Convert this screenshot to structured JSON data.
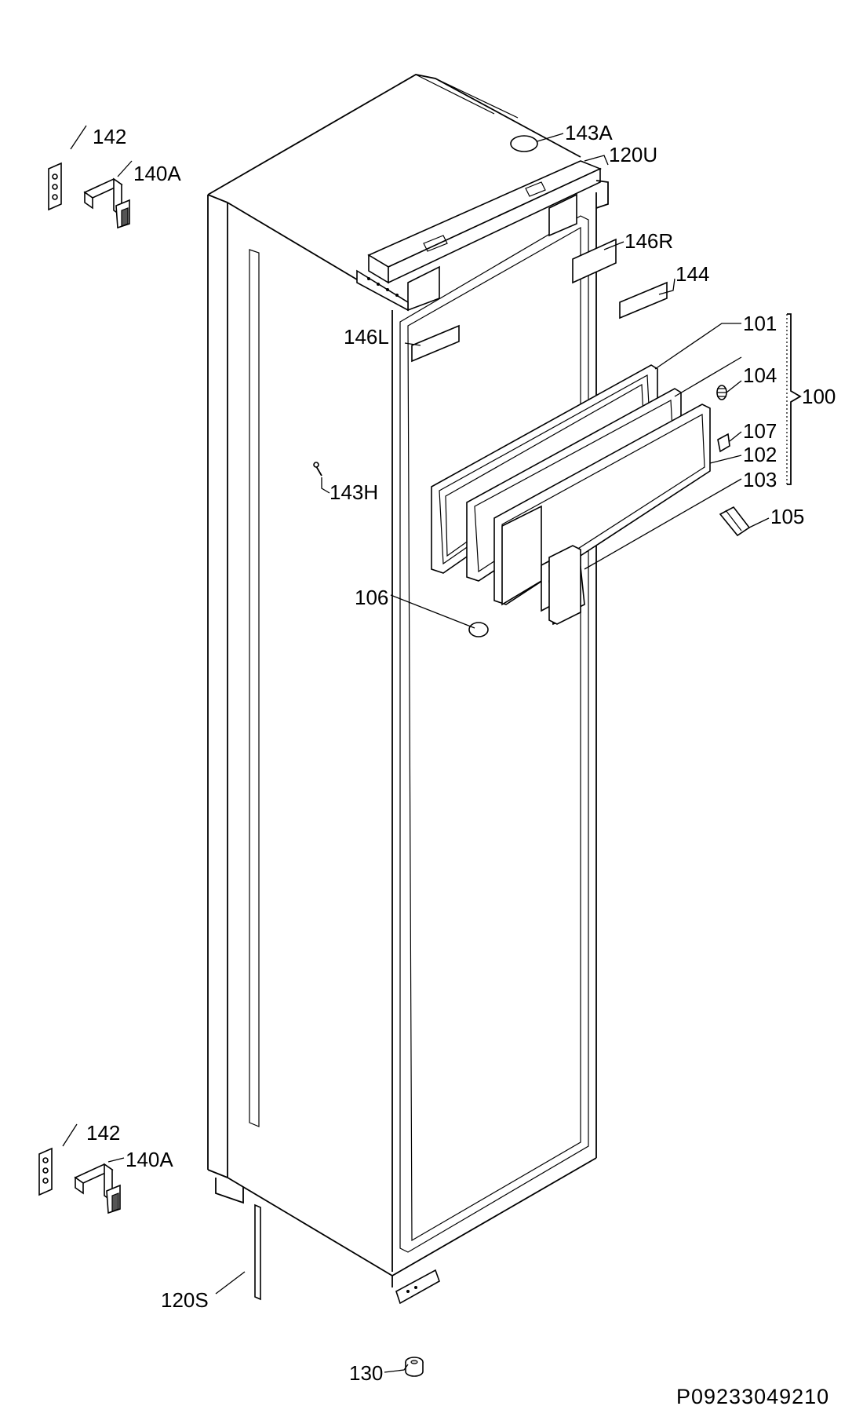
{
  "labels": {
    "l142_top": "142",
    "l140a_top": "140A",
    "l143a": "143A",
    "l120u": "120U",
    "l146r": "146R",
    "l144": "144",
    "l146l": "146L",
    "l101": "101",
    "l104": "104",
    "l100": "100",
    "l107": "107",
    "l102": "102",
    "l103": "103",
    "l105": "105",
    "l143h": "143H",
    "l106": "106",
    "l142_bottom": "142",
    "l140a_bottom": "140A",
    "l120s": "120S",
    "l130": "130"
  },
  "document_id": "P09233049210"
}
